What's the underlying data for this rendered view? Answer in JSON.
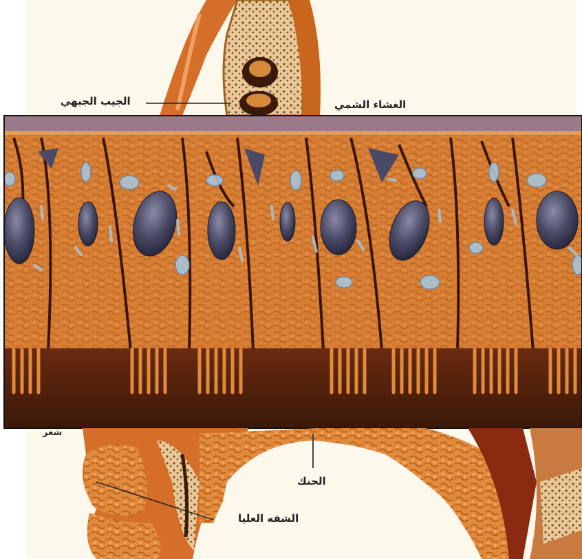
{
  "labels": {
    "frontal_sinus": "الجيب الجبهي",
    "olfactory_membrane": "الغشاء الشمي",
    "hair_fragment": "شعر",
    "palate": "الحنك",
    "upper_lip": "الشفه العليا"
  },
  "colors": {
    "tissue_orange": "#d9782c",
    "tissue_dark": "#7a3410",
    "nucleus": "#4a4a66",
    "mucus_layer": "#9a7a8a",
    "pale_cell": "#a8c4d8",
    "background": "#fdf8ec"
  }
}
